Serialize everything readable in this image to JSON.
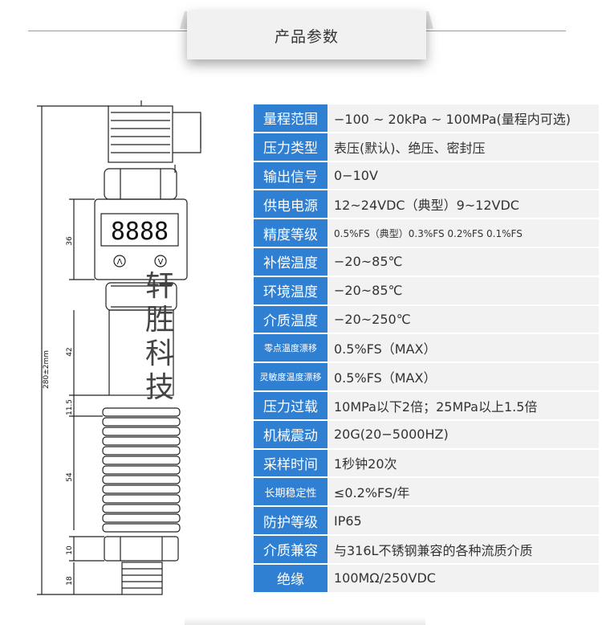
{
  "header": {
    "title": "产品参数"
  },
  "drawing": {
    "dimensions": [
      "36",
      "42",
      "11.5",
      "54",
      "10",
      "18",
      "280±2mm"
    ],
    "display_digits": "8888",
    "button_up": "Λ",
    "button_down": "V"
  },
  "watermark": [
    "轩",
    "胜",
    "科",
    "技"
  ],
  "specs": [
    {
      "label": "量程范围",
      "value": "−100 ~ 20kPa ~ 100MPa(量程内可选)"
    },
    {
      "label": "压力类型",
      "value": "表压(默认)、绝压、密封压"
    },
    {
      "label": "输出信号",
      "value": "0−10V"
    },
    {
      "label": "供电电源",
      "value": "12~24VDC（典型）9~12VDC"
    },
    {
      "label": "精度等级",
      "value": "0.5%FS（典型）0.3%FS  0.2%FS  0.1%FS"
    },
    {
      "label": "补偿温度",
      "value": "−20~85℃"
    },
    {
      "label": "环境温度",
      "value": "−20~85℃"
    },
    {
      "label": "介质温度",
      "value": "−20~250℃"
    },
    {
      "label": "零点温度漂移",
      "value": "0.5%FS（MAX）"
    },
    {
      "label": "灵敏度温度漂移",
      "value": "0.5%FS（MAX）"
    },
    {
      "label": "压力过载",
      "value": "10MPa以下2倍；25MPa以上1.5倍"
    },
    {
      "label": "机械震动",
      "value": "20G(20−5000HZ)"
    },
    {
      "label": "采样时间",
      "value": "1秒钟20次"
    },
    {
      "label": "长期稳定性",
      "value": "≤0.2%FS/年"
    },
    {
      "label": "防护等级",
      "value": "IP65"
    },
    {
      "label": "介质兼容",
      "value": "与316L不锈钢兼容的各种流质介质"
    },
    {
      "label": "绝缘",
      "value": "100MΩ/250VDC"
    }
  ],
  "colors": {
    "label_bg": "#2f7fd3",
    "value_bg": "#f2f2f2"
  }
}
